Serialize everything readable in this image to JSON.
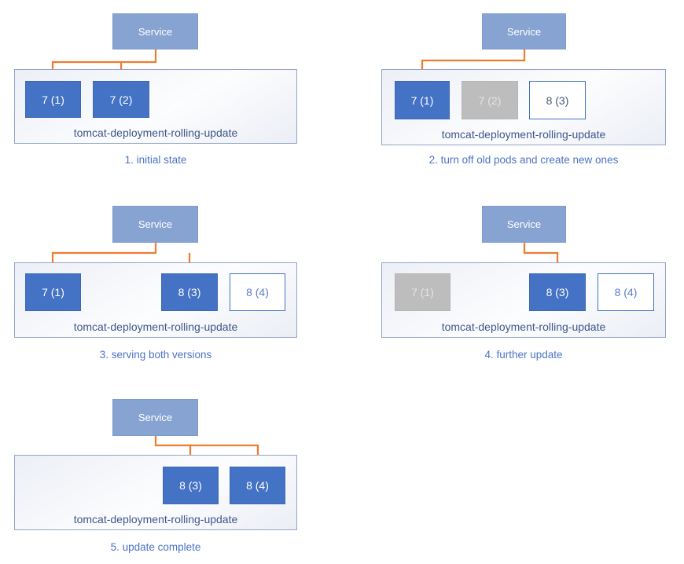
{
  "colors": {
    "arrow": "#ED7D31",
    "service_fill": "#87A3D2",
    "pod_active_fill": "#4472C4",
    "pod_terminated_fill": "#BDBDBD",
    "pod_new_border": "#4472C4",
    "deployment_label_text": "#3F568C",
    "caption_text": "#4C73C6"
  },
  "panels": [
    {
      "caption": "1. initial state",
      "service": "Service",
      "deployment": "tomcat-deployment-rolling-update",
      "pods": [
        {
          "label": "7 (1)",
          "state": "active"
        },
        {
          "label": "7 (2)",
          "state": "active"
        }
      ],
      "arrows_to": [
        "7 (1)",
        "7 (2)"
      ]
    },
    {
      "caption": "2. turn off old pods and create new ones",
      "service": "Service",
      "deployment": "tomcat-deployment-rolling-update",
      "pods": [
        {
          "label": "7 (1)",
          "state": "active"
        },
        {
          "label": "7 (2)",
          "state": "terminated"
        },
        {
          "label": "8 (3)",
          "state": "new"
        }
      ],
      "arrows_to": [
        "7 (1)"
      ]
    },
    {
      "caption": "3. serving both versions",
      "service": "Service",
      "deployment": "tomcat-deployment-rolling-update",
      "pods": [
        {
          "label": "7 (1)",
          "state": "active"
        },
        {
          "label": "8 (3)",
          "state": "active"
        },
        {
          "label": "8 (4)",
          "state": "new"
        }
      ],
      "arrows_to": [
        "7 (1)",
        "8 (3)"
      ]
    },
    {
      "caption": "4. further update",
      "service": "Service",
      "deployment": "tomcat-deployment-rolling-update",
      "pods": [
        {
          "label": "7 (1)",
          "state": "terminated"
        },
        {
          "label": "8 (3)",
          "state": "active"
        },
        {
          "label": "8 (4)",
          "state": "new"
        }
      ],
      "arrows_to": [
        "8 (3)"
      ]
    },
    {
      "caption": "5. update complete",
      "service": "Service",
      "deployment": "tomcat-deployment-rolling-update",
      "pods": [
        {
          "label": "8 (3)",
          "state": "active"
        },
        {
          "label": "8 (4)",
          "state": "active"
        }
      ],
      "arrows_to": [
        "8 (3)",
        "8 (4)"
      ]
    }
  ]
}
